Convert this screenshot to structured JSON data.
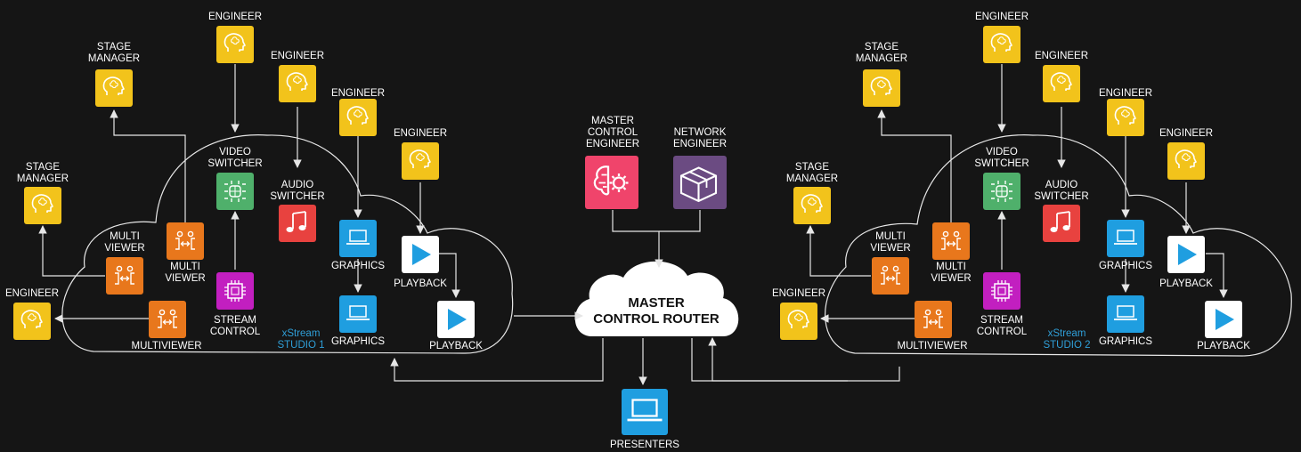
{
  "colors": {
    "background": "#151515",
    "engineer": "#f2c31b",
    "multiviewer": "#e8771c",
    "video_switcher": "#4fb06b",
    "audio_switcher": "#e8423f",
    "stream_control": "#c21fc0",
    "graphics": "#1f9ee0",
    "playback": "#ffffff",
    "master_control_engineer": "#f0446b",
    "network_engineer": "#6b4b82",
    "studio_label": "#2f9fd8"
  },
  "labels": {
    "engineer": "ENGINEER",
    "stage": "STAGE",
    "manager": "MANAGER",
    "multi": "MULTI",
    "viewer": "VIEWER",
    "multiviewer": "MULTIVIEWER",
    "video": "VIDEO",
    "audio": "AUDIO",
    "switcher": "SWITCHER",
    "stream": "STREAM",
    "control": "CONTROL",
    "graphics": "GRAPHICS",
    "playback": "PLAYBACK",
    "master": "MASTER",
    "network": "NETWORK",
    "control_router": "CONTROL ROUTER",
    "presenters": "PRESENTERS"
  },
  "studios": [
    {
      "brand": "xStream",
      "name": "STUDIO 1"
    },
    {
      "brand": "xStream",
      "name": "STUDIO 2"
    }
  ]
}
